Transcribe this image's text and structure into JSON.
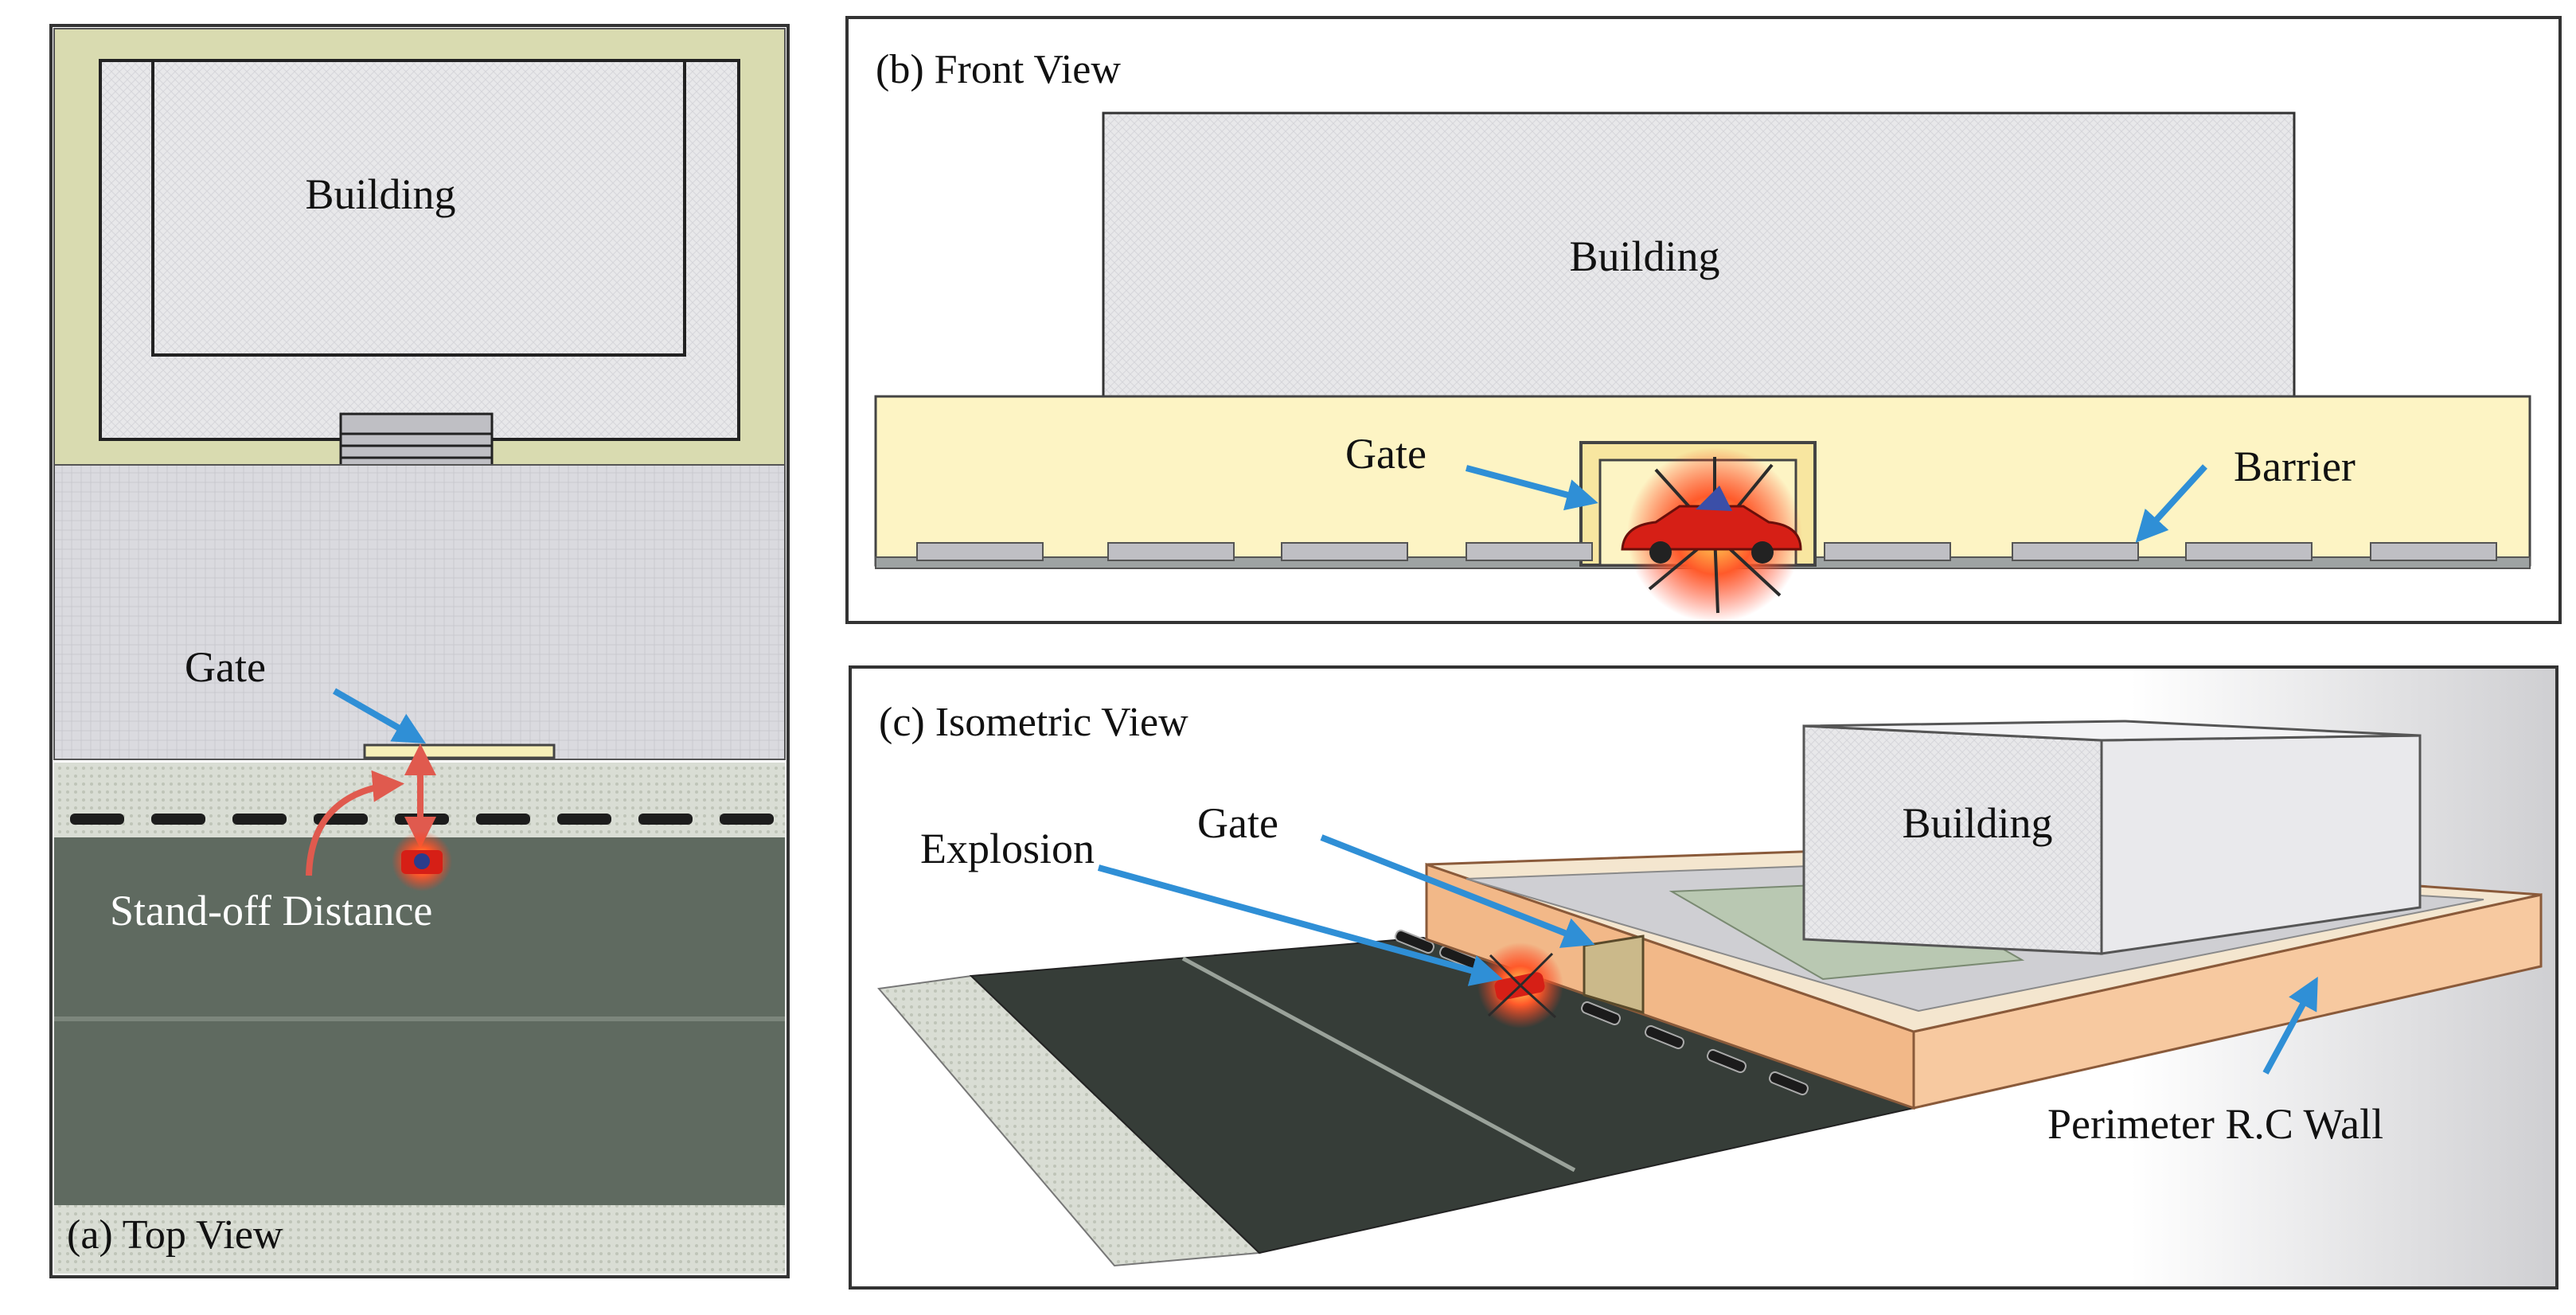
{
  "panels": {
    "top": {
      "title": "(a) Top View",
      "building_label": "Building",
      "gate_label": "Gate",
      "standoff_label": "Stand-off Distance"
    },
    "front": {
      "title": "(b) Front View",
      "building_label": "Building",
      "gate_label": "Gate",
      "barrier_label": "Barrier"
    },
    "iso": {
      "title": "(c) Isometric View",
      "building_label": "Building",
      "gate_label": "Gate",
      "explosion_label": "Explosion",
      "wall_label": "Perimeter R.C Wall"
    }
  },
  "colors": {
    "arrow_blue": "#2f8fd6",
    "arrow_red": "#e05a4e",
    "wall_yellow": "#fdf4c4",
    "perimeter_green": "#d9dbb0",
    "road_dark": "#5f6a60",
    "iso_wall": "#f7c9a0",
    "explosion_red": "#e8261b"
  },
  "icons": [
    "explosion-icon",
    "car-icon"
  ]
}
